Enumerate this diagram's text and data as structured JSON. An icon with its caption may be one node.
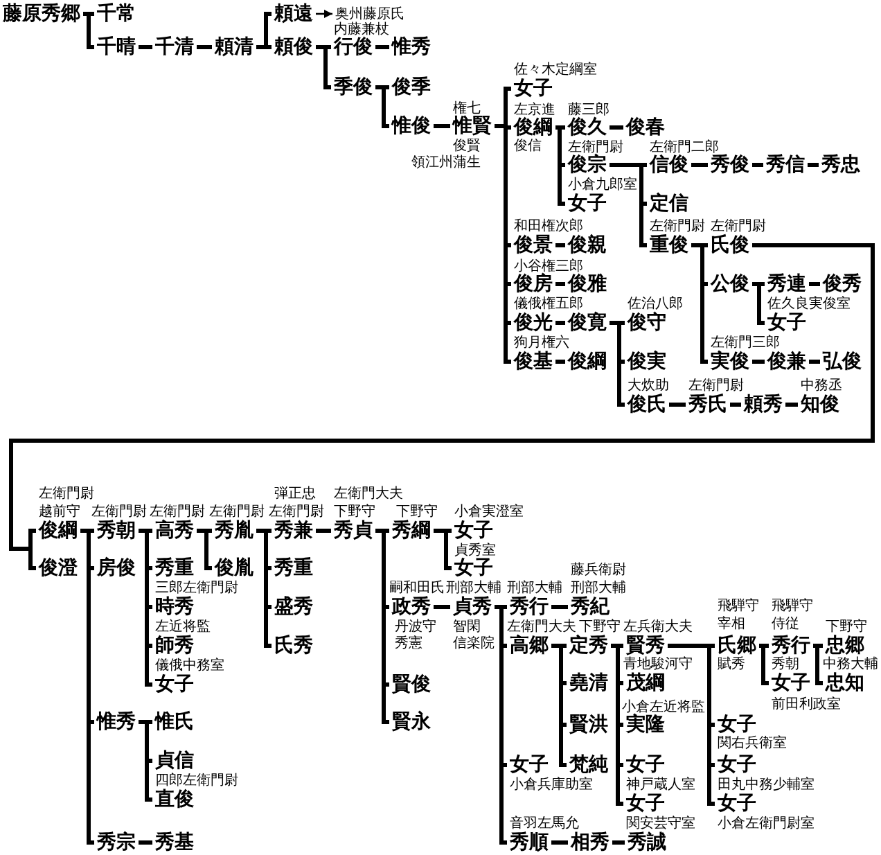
{
  "diagram": {
    "nodes": [
      {
        "text": [
          "藤原秀郷"
        ]
      },
      {
        "text": [
          "千常"
        ]
      },
      {
        "text": [
          "千晴"
        ]
      },
      {
        "text": [
          "千清"
        ]
      },
      {
        "text": [
          "頼清"
        ]
      },
      {
        "text": [
          "頼遠"
        ]
      },
      {
        "text": [
          "奥州藤原氏"
        ]
      },
      {
        "text": [
          "頼俊"
        ]
      },
      {
        "text": [
          "行俊"
        ],
        "beside": [
          "内藤兼杖"
        ]
      },
      {
        "text": [
          "惟秀"
        ]
      },
      {
        "text": [
          "季俊"
        ]
      },
      {
        "text": [
          "俊季"
        ]
      },
      {
        "text": [
          "惟俊"
        ]
      },
      {
        "text": [
          "惟賢"
        ],
        "beside": [
          "権七",
          "俊賢",
          "領江州蒲生"
        ]
      },
      {
        "text": [
          "女子"
        ],
        "beside": [
          "佐々木定綱室"
        ]
      },
      {
        "text": [
          "俊綱"
        ],
        "beside": [
          "左京進",
          "俊信"
        ]
      },
      {
        "text": [
          "俊久"
        ],
        "beside": [
          "藤三郎"
        ]
      },
      {
        "text": [
          "俊春"
        ]
      },
      {
        "text": [
          "俊宗"
        ],
        "beside": [
          "左衛門尉"
        ]
      },
      {
        "text": [
          "信俊"
        ],
        "beside": [
          "左衛門二郎"
        ]
      },
      {
        "text": [
          "秀俊"
        ]
      },
      {
        "text": [
          "秀信"
        ]
      },
      {
        "text": [
          "秀忠"
        ]
      },
      {
        "text": [
          "女子"
        ],
        "beside": [
          "小倉九郎室"
        ]
      },
      {
        "text": [
          "定信"
        ]
      },
      {
        "text": [
          "重俊"
        ],
        "beside": [
          "左衛門尉"
        ]
      },
      {
        "text": [
          "氏俊"
        ],
        "beside": [
          "左衛門尉"
        ]
      },
      {
        "text": [
          "公俊"
        ]
      },
      {
        "text": [
          "秀連"
        ]
      },
      {
        "text": [
          "俊秀"
        ]
      },
      {
        "text": [
          "女子"
        ],
        "beside": [
          "佐久良実俊室"
        ]
      },
      {
        "text": [
          "実俊"
        ],
        "beside": [
          "左衛門三郎"
        ]
      },
      {
        "text": [
          "俊兼"
        ]
      },
      {
        "text": [
          "弘俊"
        ]
      },
      {
        "text": [
          "俊景"
        ],
        "beside": [
          "和田権次郎"
        ]
      },
      {
        "text": [
          "俊親"
        ]
      },
      {
        "text": [
          "俊房"
        ],
        "beside": [
          "小谷権三郎"
        ]
      },
      {
        "text": [
          "俊雅"
        ]
      },
      {
        "text": [
          "俊光"
        ],
        "beside": [
          "儀俄権五郎"
        ]
      },
      {
        "text": [
          "俊寛"
        ]
      },
      {
        "text": [
          "俊守"
        ],
        "beside": [
          "佐治八郎"
        ]
      },
      {
        "text": [
          "俊実"
        ]
      },
      {
        "text": [
          "俊氏"
        ],
        "beside": [
          "大炊助"
        ]
      },
      {
        "text": [
          "秀氏"
        ],
        "beside": [
          "左衛門尉"
        ]
      },
      {
        "text": [
          "頼秀"
        ]
      },
      {
        "text": [
          "知俊"
        ],
        "beside": [
          "中務丞"
        ]
      },
      {
        "text": [
          "俊基"
        ],
        "beside": [
          "狗月権六"
        ]
      },
      {
        "text": [
          "俊綱"
        ]
      },
      {
        "text": [
          "俊綱"
        ],
        "beside": [
          "左衛門尉",
          "越前守"
        ]
      },
      {
        "text": [
          "俊澄"
        ]
      },
      {
        "text": [
          "秀朝"
        ],
        "beside": [
          "左衛門尉"
        ]
      },
      {
        "text": [
          "房俊"
        ]
      },
      {
        "text": [
          "高秀"
        ],
        "beside": [
          "左衛門尉"
        ]
      },
      {
        "text": [
          "秀胤"
        ],
        "beside": [
          "左衛門尉"
        ]
      },
      {
        "text": [
          "秀兼"
        ],
        "beside": [
          "弾正忠",
          "左衛門尉"
        ]
      },
      {
        "text": [
          "秀貞"
        ],
        "beside": [
          "左衛門大夫",
          "下野守"
        ]
      },
      {
        "text": [
          "秀綱"
        ],
        "beside": [
          "下野守"
        ]
      },
      {
        "text": [
          "女子"
        ],
        "beside": [
          "小倉実澄室"
        ]
      },
      {
        "text": [
          "女子"
        ],
        "beside": [
          "貞秀室"
        ]
      },
      {
        "text": [
          "俊胤"
        ]
      },
      {
        "text": [
          "秀重"
        ]
      },
      {
        "text": [
          "時秀"
        ],
        "beside": [
          "三郎左衛門尉"
        ]
      },
      {
        "text": [
          "師秀"
        ],
        "beside": [
          "左近将監"
        ]
      },
      {
        "text": [
          "女子"
        ],
        "beside": [
          "儀俄中務室"
        ]
      },
      {
        "text": [
          "秀重"
        ]
      },
      {
        "text": [
          "盛秀"
        ]
      },
      {
        "text": [
          "氏秀"
        ]
      },
      {
        "text": [
          "惟秀"
        ]
      },
      {
        "text": [
          "惟氏"
        ]
      },
      {
        "text": [
          "貞信"
        ]
      },
      {
        "text": [
          "直俊"
        ],
        "beside": [
          "四郎左衛門尉"
        ]
      },
      {
        "text": [
          "秀宗"
        ]
      },
      {
        "text": [
          "秀基"
        ]
      },
      {
        "text": [
          "政秀"
        ],
        "beside": [
          "嗣和田氏",
          "丹波守",
          "秀憲"
        ]
      },
      {
        "text": [
          "貞秀"
        ],
        "beside": [
          "刑部大輔",
          "智閑",
          "信楽院"
        ]
      },
      {
        "text": [
          "秀行"
        ],
        "beside": [
          "刑部大輔"
        ]
      },
      {
        "text": [
          "秀紀"
        ],
        "beside": [
          "藤兵衛尉",
          "刑部大輔"
        ]
      },
      {
        "text": [
          "高郷"
        ],
        "beside": [
          "左衛門大夫"
        ]
      },
      {
        "text": [
          "定秀"
        ],
        "beside": [
          "下野守"
        ]
      },
      {
        "text": [
          "賢秀"
        ],
        "beside": [
          "左兵衛大夫"
        ]
      },
      {
        "text": [
          "茂綱"
        ],
        "beside": [
          "青地駿河守"
        ]
      },
      {
        "text": [
          "実隆"
        ],
        "beside": [
          "小倉左近将監"
        ]
      },
      {
        "text": [
          "女子"
        ],
        "beside": [
          "神戸蔵人室"
        ]
      },
      {
        "text": [
          "女子"
        ],
        "beside": [
          "関安芸守室"
        ]
      },
      {
        "text": [
          "氏郷"
        ],
        "beside": [
          "飛騨守",
          "宰相",
          "賦秀"
        ]
      },
      {
        "text": [
          "秀行"
        ],
        "beside": [
          "飛騨守",
          "侍従",
          "秀朝"
        ]
      },
      {
        "text": [
          "女子"
        ],
        "beside": [
          "前田利政室"
        ]
      },
      {
        "text": [
          "忠郷"
        ],
        "beside": [
          "下野守"
        ]
      },
      {
        "text": [
          "忠知"
        ],
        "beside": [
          "中務大輔"
        ]
      },
      {
        "text": [
          "女子"
        ],
        "beside": [
          "関右兵衛室"
        ]
      },
      {
        "text": [
          "女子"
        ],
        "beside": [
          "田丸中務少輔室"
        ]
      },
      {
        "text": [
          "女子"
        ],
        "beside": [
          "小倉左衛門尉室"
        ]
      },
      {
        "text": [
          "堯清"
        ]
      },
      {
        "text": [
          "賢洪"
        ]
      },
      {
        "text": [
          "梵純"
        ]
      },
      {
        "text": [
          "女子"
        ],
        "beside": [
          "小倉兵庫助室"
        ]
      },
      {
        "text": [
          "秀順"
        ],
        "beside": [
          "音羽左馬允"
        ]
      },
      {
        "text": [
          "相秀"
        ]
      },
      {
        "text": [
          "秀誠"
        ]
      },
      {
        "text": [
          "賢俊"
        ]
      },
      {
        "text": [
          "賢永"
        ]
      }
    ],
    "edges": [
      {
        "from": 0,
        "to": 1,
        "arrow": "none"
      },
      {
        "from": 0,
        "to": 2,
        "arrow": "none"
      },
      {
        "from": 2,
        "to": 3,
        "arrow": "none"
      },
      {
        "from": 3,
        "to": 4,
        "arrow": "none"
      },
      {
        "from": 4,
        "to": 5,
        "arrow": "none"
      },
      {
        "from": 4,
        "to": 7,
        "arrow": "none"
      },
      {
        "from": 5,
        "to": 6,
        "arrow": "to"
      },
      {
        "from": 7,
        "to": 8,
        "arrow": "none"
      },
      {
        "from": 7,
        "to": 10,
        "arrow": "none"
      },
      {
        "from": 8,
        "to": 9,
        "arrow": "none"
      },
      {
        "from": 10,
        "to": 11,
        "arrow": "none"
      },
      {
        "from": 10,
        "to": 12,
        "arrow": "none"
      },
      {
        "from": 12,
        "to": 13,
        "arrow": "none"
      },
      {
        "from": 13,
        "to": 14,
        "arrow": "none"
      },
      {
        "from": 13,
        "to": 15,
        "arrow": "none"
      },
      {
        "from": 13,
        "to": 34,
        "arrow": "none"
      },
      {
        "from": 13,
        "to": 36,
        "arrow": "none"
      },
      {
        "from": 13,
        "to": 38,
        "arrow": "none"
      },
      {
        "from": 13,
        "to": 46,
        "arrow": "none"
      },
      {
        "from": 15,
        "to": 16,
        "arrow": "none"
      },
      {
        "from": 15,
        "to": 18,
        "arrow": "none"
      },
      {
        "from": 15,
        "to": 23,
        "arrow": "none"
      },
      {
        "from": 16,
        "to": 17,
        "arrow": "none"
      },
      {
        "from": 18,
        "to": 19,
        "arrow": "none"
      },
      {
        "from": 18,
        "to": 24,
        "arrow": "none"
      },
      {
        "from": 18,
        "to": 25,
        "arrow": "none"
      },
      {
        "from": 19,
        "to": 20,
        "arrow": "none"
      },
      {
        "from": 20,
        "to": 21,
        "arrow": "none"
      },
      {
        "from": 21,
        "to": 22,
        "arrow": "none"
      },
      {
        "from": 25,
        "to": 26,
        "arrow": "none"
      },
      {
        "from": 25,
        "to": 27,
        "arrow": "none"
      },
      {
        "from": 25,
        "to": 31,
        "arrow": "none"
      },
      {
        "from": 27,
        "to": 28,
        "arrow": "none"
      },
      {
        "from": 27,
        "to": 30,
        "arrow": "none"
      },
      {
        "from": 28,
        "to": 29,
        "arrow": "none"
      },
      {
        "from": 31,
        "to": 32,
        "arrow": "none"
      },
      {
        "from": 32,
        "to": 33,
        "arrow": "none"
      },
      {
        "from": 34,
        "to": 35,
        "arrow": "none"
      },
      {
        "from": 36,
        "to": 37,
        "arrow": "none"
      },
      {
        "from": 38,
        "to": 39,
        "arrow": "none"
      },
      {
        "from": 39,
        "to": 40,
        "arrow": "none"
      },
      {
        "from": 39,
        "to": 41,
        "arrow": "none"
      },
      {
        "from": 39,
        "to": 42,
        "arrow": "none"
      },
      {
        "from": 42,
        "to": 43,
        "arrow": "none"
      },
      {
        "from": 43,
        "to": 44,
        "arrow": "none"
      },
      {
        "from": 44,
        "to": 45,
        "arrow": "none"
      },
      {
        "from": 46,
        "to": 47,
        "arrow": "none"
      },
      {
        "from": 26,
        "to": 48,
        "arrow": "none"
      },
      {
        "from": 26,
        "to": 49,
        "arrow": "none"
      },
      {
        "from": 48,
        "to": 50,
        "arrow": "none"
      },
      {
        "from": 48,
        "to": 51,
        "arrow": "none"
      },
      {
        "from": 48,
        "to": 67,
        "arrow": "none"
      },
      {
        "from": 48,
        "to": 71,
        "arrow": "none"
      },
      {
        "from": 50,
        "to": 52,
        "arrow": "none"
      },
      {
        "from": 50,
        "to": 60,
        "arrow": "none"
      },
      {
        "from": 50,
        "to": 61,
        "arrow": "none"
      },
      {
        "from": 50,
        "to": 62,
        "arrow": "none"
      },
      {
        "from": 50,
        "to": 63,
        "arrow": "none"
      },
      {
        "from": 52,
        "to": 53,
        "arrow": "none"
      },
      {
        "from": 52,
        "to": 59,
        "arrow": "none"
      },
      {
        "from": 53,
        "to": 54,
        "arrow": "none"
      },
      {
        "from": 53,
        "to": 64,
        "arrow": "none"
      },
      {
        "from": 53,
        "to": 65,
        "arrow": "none"
      },
      {
        "from": 53,
        "to": 66,
        "arrow": "none"
      },
      {
        "from": 54,
        "to": 55,
        "arrow": "none"
      },
      {
        "from": 55,
        "to": 56,
        "arrow": "none"
      },
      {
        "from": 55,
        "to": 73,
        "arrow": "none"
      },
      {
        "from": 55,
        "to": 99,
        "arrow": "none"
      },
      {
        "from": 55,
        "to": 100,
        "arrow": "none"
      },
      {
        "from": 56,
        "to": 57,
        "arrow": "none"
      },
      {
        "from": 56,
        "to": 58,
        "arrow": "none"
      },
      {
        "from": 73,
        "to": 74,
        "arrow": "none"
      },
      {
        "from": 74,
        "to": 75,
        "arrow": "none"
      },
      {
        "from": 74,
        "to": 77,
        "arrow": "none"
      },
      {
        "from": 74,
        "to": 95,
        "arrow": "none"
      },
      {
        "from": 74,
        "to": 96,
        "arrow": "none"
      },
      {
        "from": 75,
        "to": 76,
        "arrow": "none"
      },
      {
        "from": 77,
        "to": 78,
        "arrow": "none"
      },
      {
        "from": 77,
        "to": 92,
        "arrow": "none"
      },
      {
        "from": 77,
        "to": 93,
        "arrow": "none"
      },
      {
        "from": 77,
        "to": 94,
        "arrow": "none"
      },
      {
        "from": 78,
        "to": 79,
        "arrow": "none"
      },
      {
        "from": 78,
        "to": 80,
        "arrow": "none"
      },
      {
        "from": 78,
        "to": 81,
        "arrow": "none"
      },
      {
        "from": 78,
        "to": 82,
        "arrow": "none"
      },
      {
        "from": 78,
        "to": 83,
        "arrow": "none"
      },
      {
        "from": 79,
        "to": 84,
        "arrow": "none"
      },
      {
        "from": 79,
        "to": 89,
        "arrow": "none"
      },
      {
        "from": 79,
        "to": 90,
        "arrow": "none"
      },
      {
        "from": 79,
        "to": 91,
        "arrow": "none"
      },
      {
        "from": 84,
        "to": 85,
        "arrow": "none"
      },
      {
        "from": 84,
        "to": 86,
        "arrow": "none"
      },
      {
        "from": 85,
        "to": 87,
        "arrow": "none"
      },
      {
        "from": 85,
        "to": 88,
        "arrow": "none"
      },
      {
        "from": 67,
        "to": 68,
        "arrow": "none"
      },
      {
        "from": 67,
        "to": 69,
        "arrow": "none"
      },
      {
        "from": 67,
        "to": 70,
        "arrow": "none"
      },
      {
        "from": 71,
        "to": 72,
        "arrow": "none"
      },
      {
        "from": 96,
        "to": 97,
        "arrow": "none"
      },
      {
        "from": 97,
        "to": 98,
        "arrow": "none"
      }
    ]
  }
}
